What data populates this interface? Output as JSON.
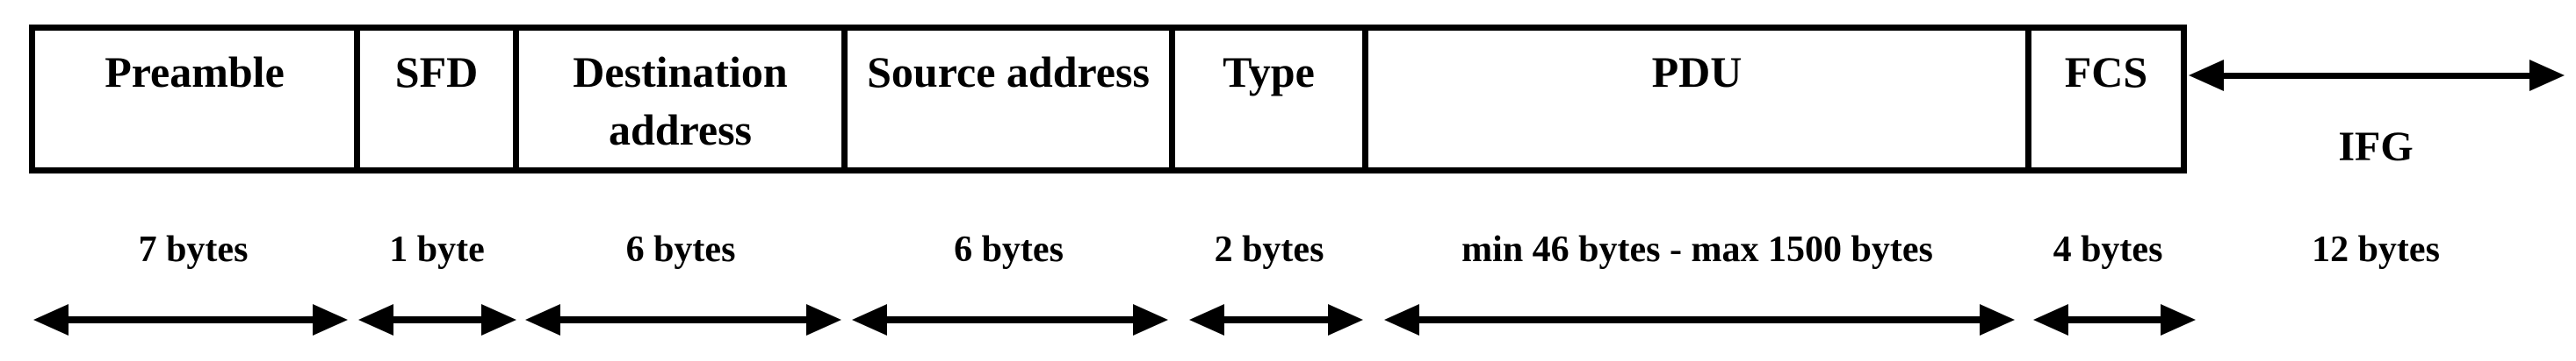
{
  "diagram": {
    "type": "ethernet-frame-format",
    "background_color": "#ffffff",
    "line_color": "#000000",
    "frame": {
      "segments": [
        {
          "label": "Preamble",
          "size_label": "7 bytes"
        },
        {
          "label": "SFD",
          "size_label": "1 byte"
        },
        {
          "label": "Destination address",
          "size_label": "6 bytes"
        },
        {
          "label": "Source address",
          "size_label": "6 bytes"
        },
        {
          "label": "Type",
          "size_label": "2 bytes"
        },
        {
          "label": "PDU",
          "size_label": "min 46 bytes - max 1500 bytes"
        },
        {
          "label": "FCS",
          "size_label": "4 bytes"
        }
      ]
    },
    "ifg": {
      "label": "IFG",
      "size_label": "12 bytes"
    }
  }
}
